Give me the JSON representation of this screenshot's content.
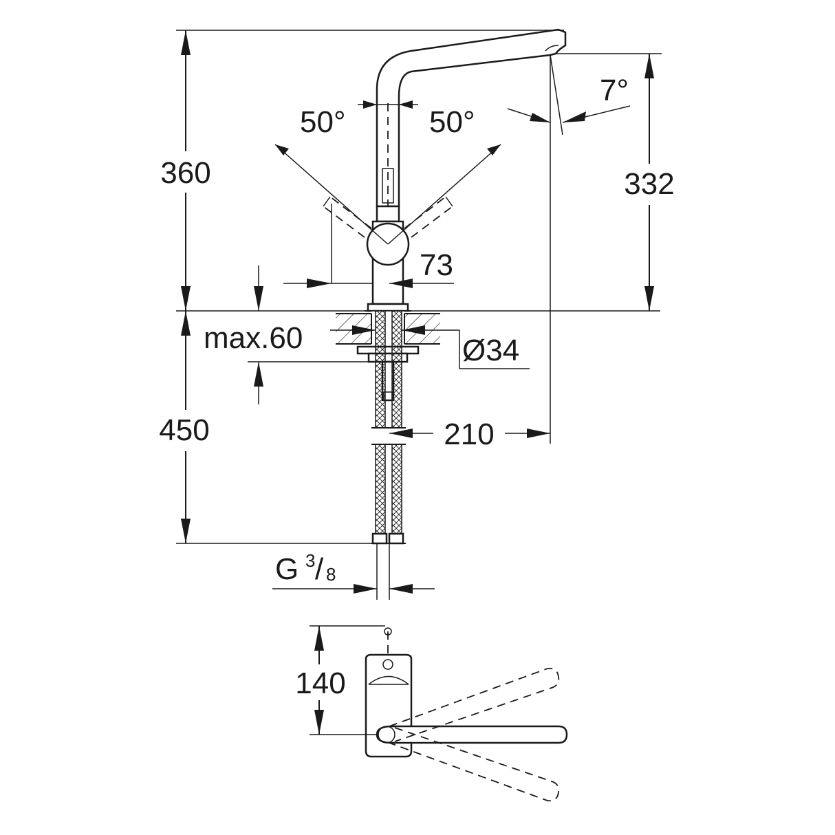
{
  "drawing": {
    "title": "",
    "dimensions": {
      "height_total": "360",
      "height_spout": "332",
      "angle_left": "50°",
      "angle_right": "50°",
      "spout_angle": "7°",
      "body_diameter": "73",
      "max_thickness": "max.60",
      "hole_diameter": "Ø34",
      "hose_length": "450",
      "reach": "210",
      "connection": "G",
      "connection_num": "3",
      "connection_den": "8",
      "lever_depth": "140"
    }
  }
}
